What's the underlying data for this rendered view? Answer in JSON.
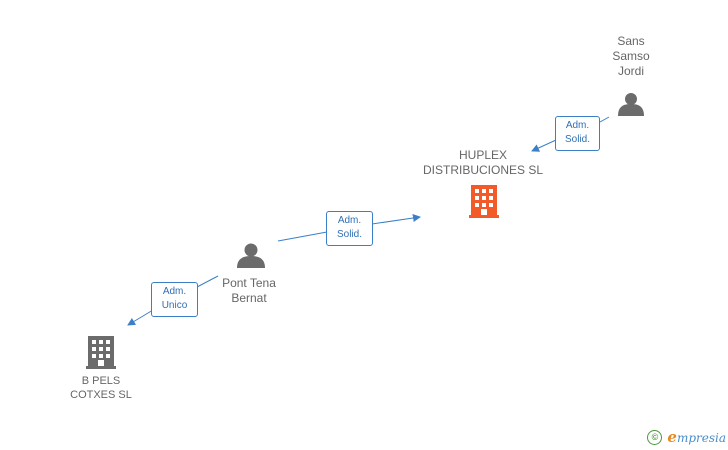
{
  "nodes": {
    "sans": {
      "lines": [
        "Sans",
        "Samso",
        "Jordi"
      ],
      "kind": "person"
    },
    "huplex": {
      "lines": [
        "HUPLEX",
        "DISTRIBUCIONES SL"
      ],
      "kind": "company",
      "highlight": true
    },
    "pont": {
      "lines": [
        "Pont Tena",
        "Bernat"
      ],
      "kind": "person"
    },
    "bpels": {
      "lines": [
        "B PELS",
        "COTXES SL"
      ],
      "kind": "company"
    }
  },
  "edges": {
    "sans_huplex": {
      "lines": [
        "Adm.",
        "Solid."
      ]
    },
    "pont_huplex": {
      "lines": [
        "Adm.",
        "Solid."
      ]
    },
    "pont_bpels": {
      "lines": [
        "Adm.",
        "Unico"
      ]
    }
  },
  "colors": {
    "person": "#6b6b6b",
    "company": "#6b6b6b",
    "highlight_company": "#f25a29",
    "edge": "#3a7fc8"
  },
  "footer": {
    "copyright_symbol": "©",
    "brand_first": "e",
    "brand_rest": "mpresia"
  }
}
